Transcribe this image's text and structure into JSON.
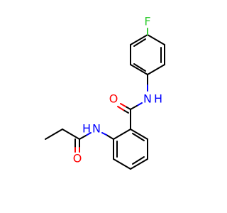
{
  "atoms": {
    "fluorine": {
      "label": "F",
      "color": "#33cc33"
    },
    "amide_n_top": {
      "label": "N",
      "color": "#0000ff"
    },
    "amide_h_top": {
      "label": "H",
      "color": "#0000ff"
    },
    "carbonyl_o_top": {
      "label": "O",
      "color": "#ff0000"
    },
    "amide_n_left": {
      "label": "N",
      "color": "#0000ff"
    },
    "amide_h_left": {
      "label": "H",
      "color": "#0000ff"
    },
    "carbonyl_o_left": {
      "label": "O",
      "color": "#ff0000"
    }
  }
}
